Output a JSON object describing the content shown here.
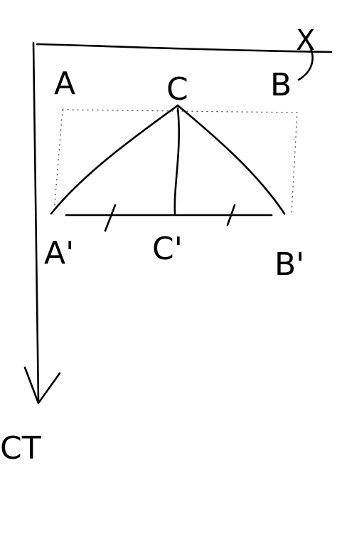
{
  "labels": {
    "a": "A",
    "c": "C",
    "b": "B",
    "x": "X",
    "a_prime": "A'",
    "c_prime": "C'",
    "b_prime": "B'",
    "ct": "CT"
  }
}
